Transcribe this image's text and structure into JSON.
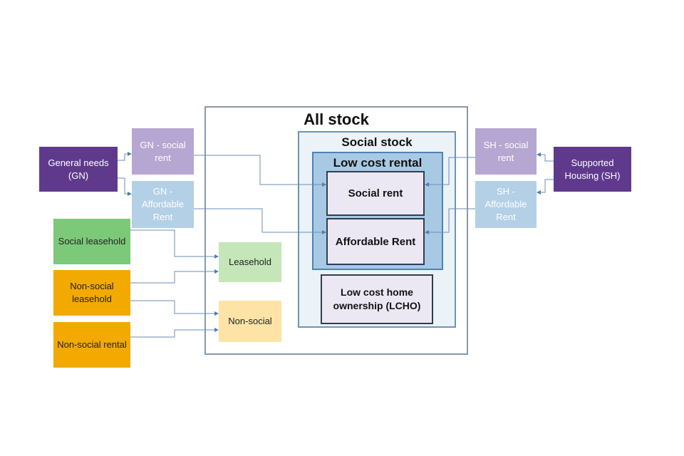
{
  "diagram": {
    "all_stock": {
      "title": "All stock"
    },
    "social_stock": {
      "title": "Social stock"
    },
    "low_cost_rental": {
      "title": "Low cost rental"
    },
    "social_rent": {
      "label": "Social rent"
    },
    "affordable_rent": {
      "label": "Affordable Rent"
    },
    "lcho": {
      "label": "Low cost home ownership (LCHO)"
    },
    "left_sources": {
      "general_needs": "General needs (GN)",
      "social_leasehold": "Social leasehold",
      "non_social_leasehold": "Non-social leasehold",
      "non_social_rental": "Non-social rental"
    },
    "left_splits": {
      "gn_social_rent": "GN - social rent",
      "gn_affordable_rent": "GN - Affordable Rent"
    },
    "mid_targets": {
      "leasehold": "Leasehold",
      "non_social": "Non-social"
    },
    "right_sources": {
      "supported_housing": "Supported Housing (SH)"
    },
    "right_splits": {
      "sh_social_rent": "SH - social rent",
      "sh_affordable_rent": "SH - Affordable Rent"
    }
  }
}
